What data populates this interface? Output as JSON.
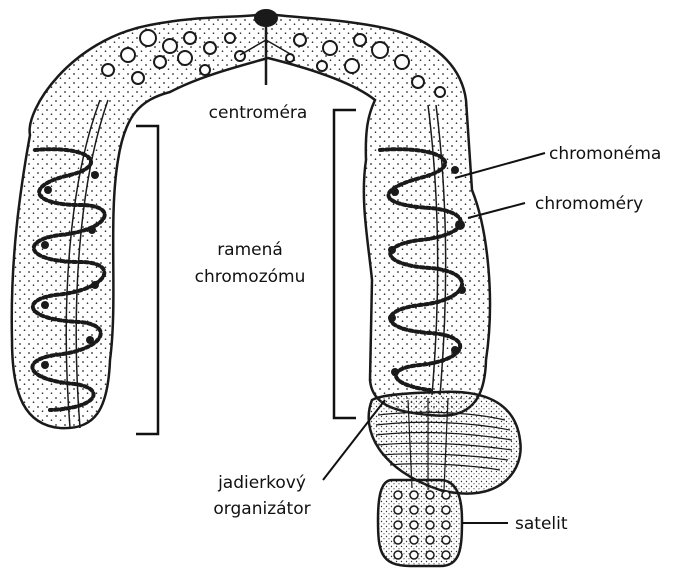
{
  "labels": {
    "centromere": "centroméra",
    "arms_line1": "ramená",
    "arms_line2": "chromozómu",
    "chromonema": "chromonéma",
    "chromomeres": "chromoméry",
    "nucleolar_line1": "jadierkový",
    "nucleolar_line2": "organizátor",
    "satellite": "satelit"
  },
  "colors": {
    "ink": "#1a1a1a",
    "chromatid_fill": "#fbfbf6",
    "nucleolus_fill": "#efefea",
    "label": "#111111"
  }
}
